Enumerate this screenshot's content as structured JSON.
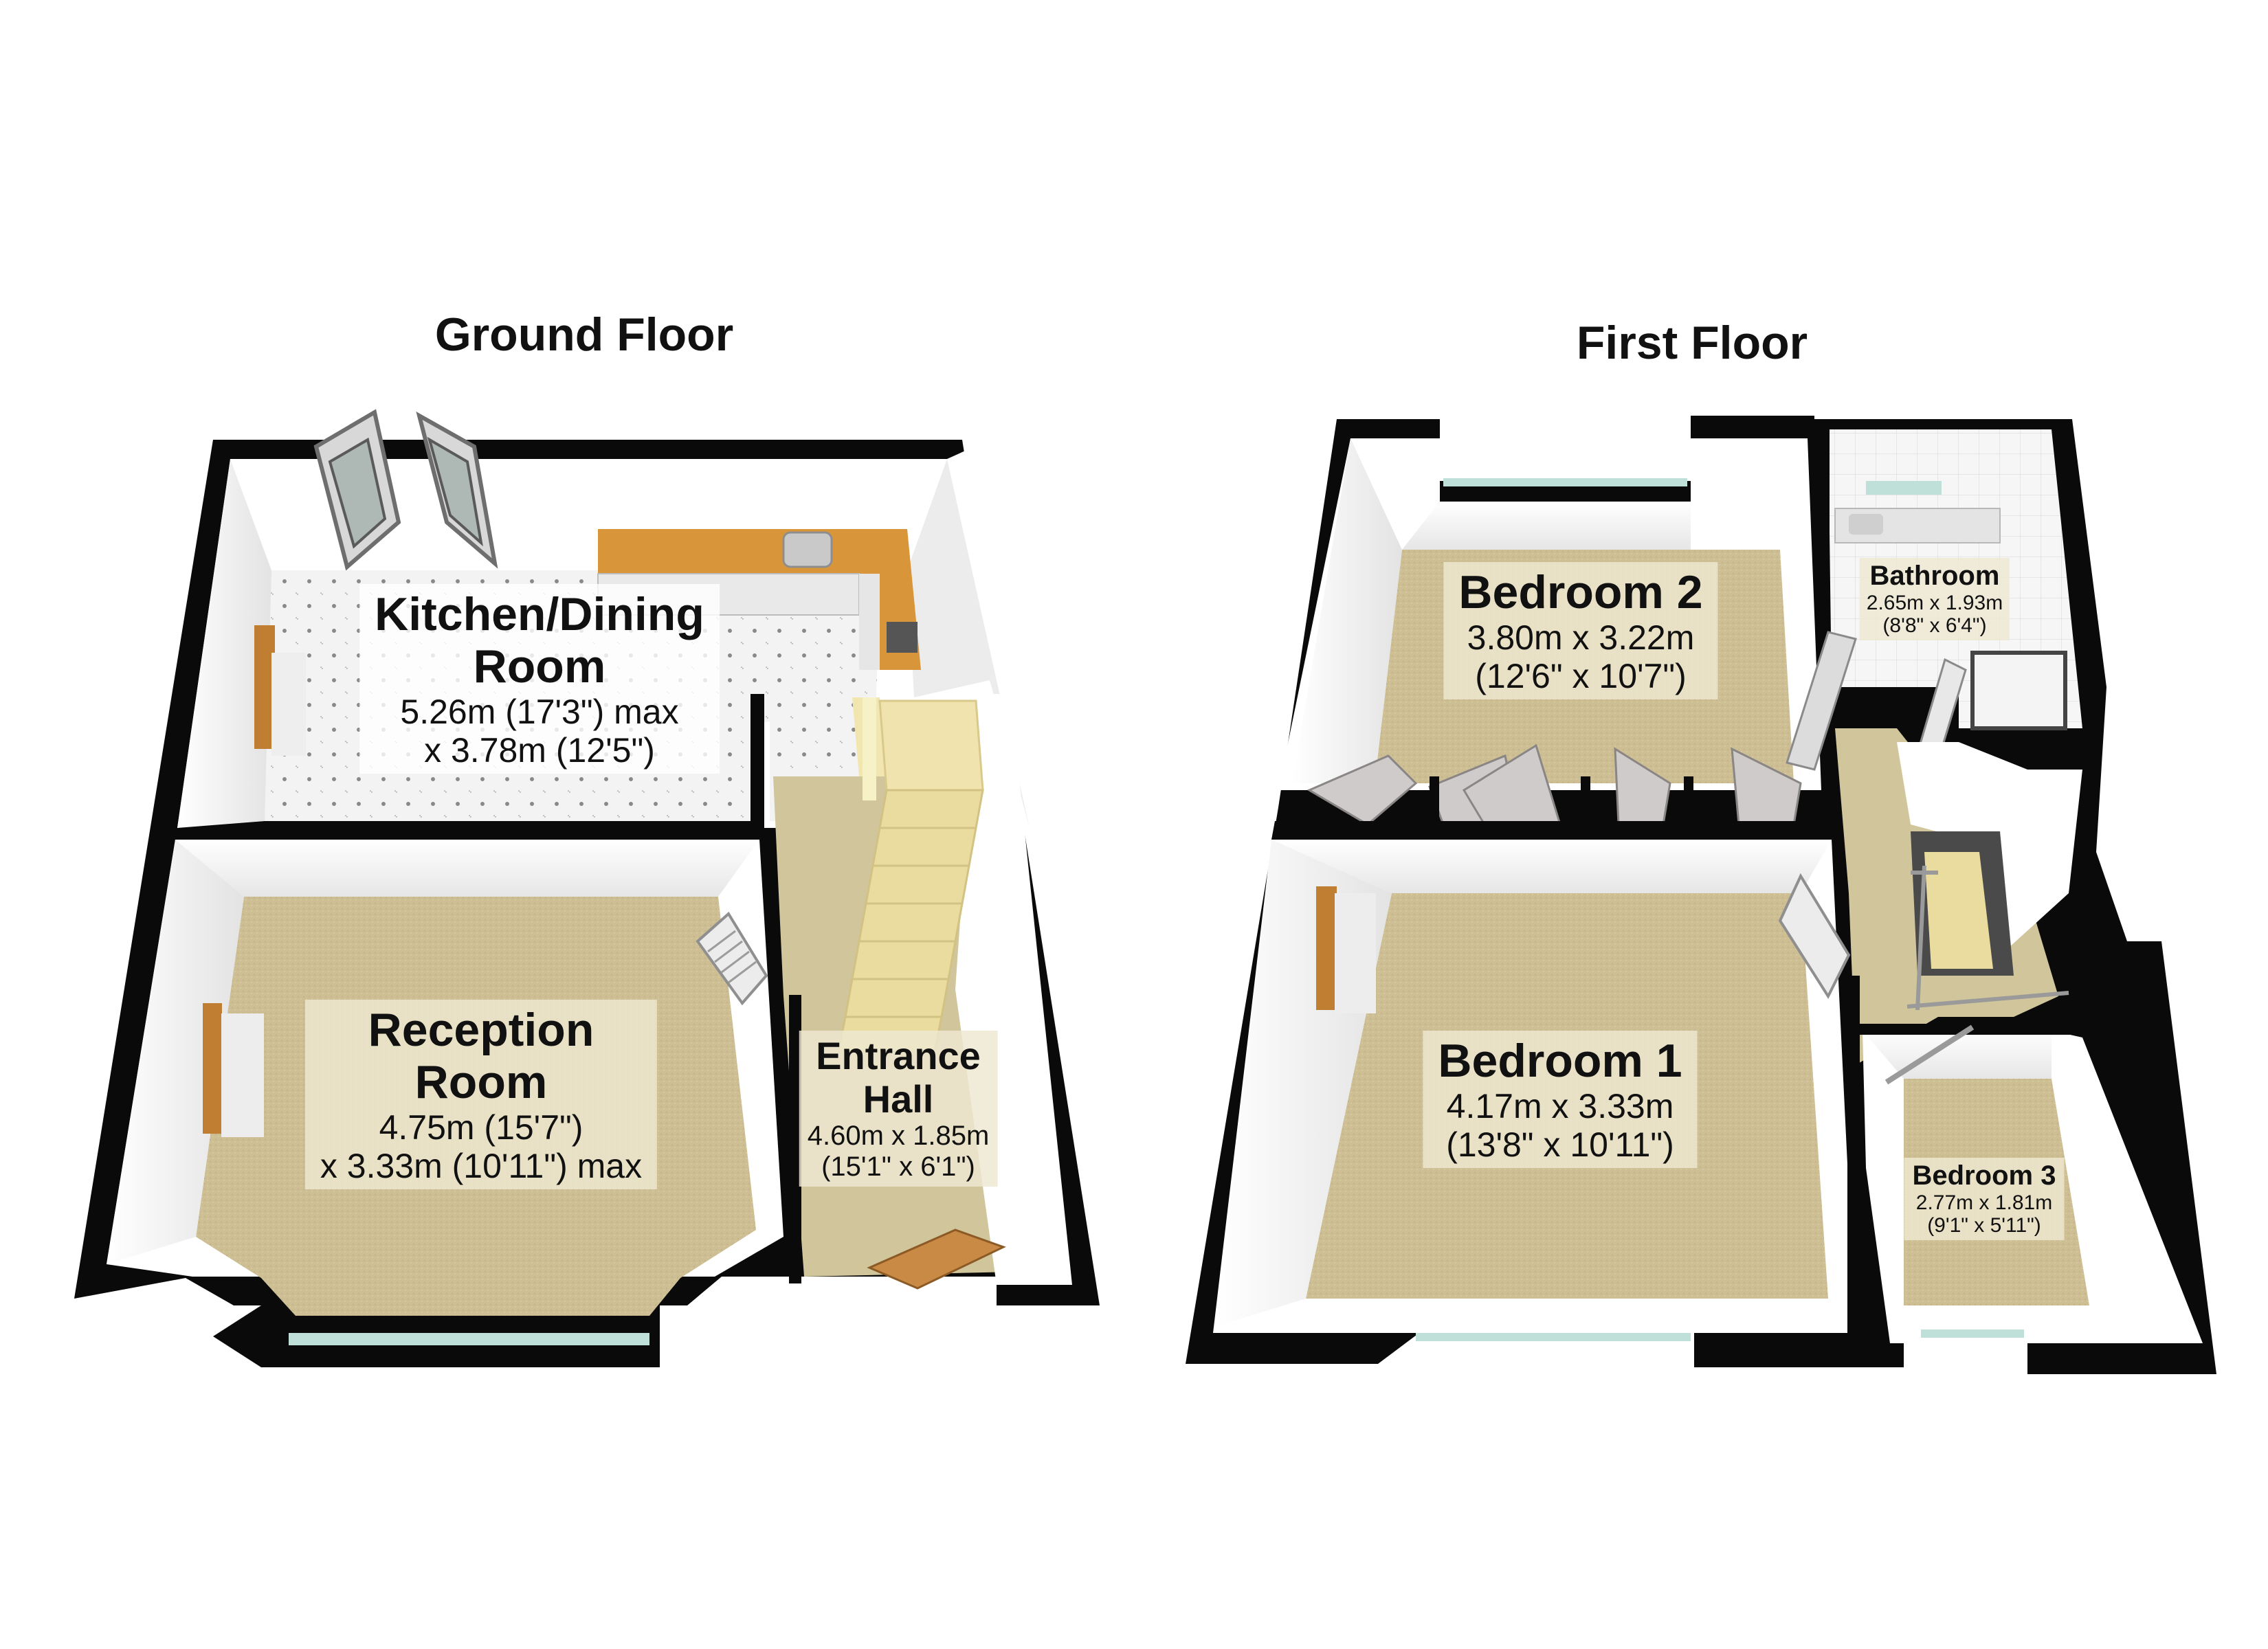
{
  "floors": {
    "ground": {
      "title": "Ground Floor",
      "rooms": {
        "kitchen": {
          "name_line1": "Kitchen/Dining",
          "name_line2": "Room",
          "dim_line1": "5.26m (17'3\") max",
          "dim_line2": "x 3.78m (12'5\")"
        },
        "reception": {
          "name_line1": "Reception",
          "name_line2": "Room",
          "dim_line1": "4.75m (15'7\")",
          "dim_line2": "x 3.33m (10'11\") max"
        },
        "hall": {
          "name_line1": "Entrance",
          "name_line2": "Hall",
          "dim_line1": "4.60m x 1.85m",
          "dim_line2": "(15'1\" x 6'1\")"
        }
      }
    },
    "first": {
      "title": "First Floor",
      "rooms": {
        "bedroom2": {
          "name": "Bedroom 2",
          "dim_line1": "3.80m x 3.22m",
          "dim_line2": "(12'6\" x 10'7\")"
        },
        "bathroom": {
          "name": "Bathroom",
          "dim_line1": "2.65m x 1.93m",
          "dim_line2": "(8'8\" x 6'4\")"
        },
        "bedroom1": {
          "name": "Bedroom 1",
          "dim_line1": "4.17m x 3.33m",
          "dim_line2": "(13'8\" x 10'11\")"
        },
        "bedroom3": {
          "name": "Bedroom 3",
          "dim_line1": "2.77m x 1.81m",
          "dim_line2": "(9'1\" x 5'11\")"
        }
      }
    }
  },
  "colors": {
    "wall": "#0a0a0a",
    "wall_face": "#ffffff",
    "carpet": "#cbbf93",
    "kitchen_floor": "#f1f1f1",
    "worktop": "#d9953a",
    "window_glass": "#bfe0d9"
  }
}
